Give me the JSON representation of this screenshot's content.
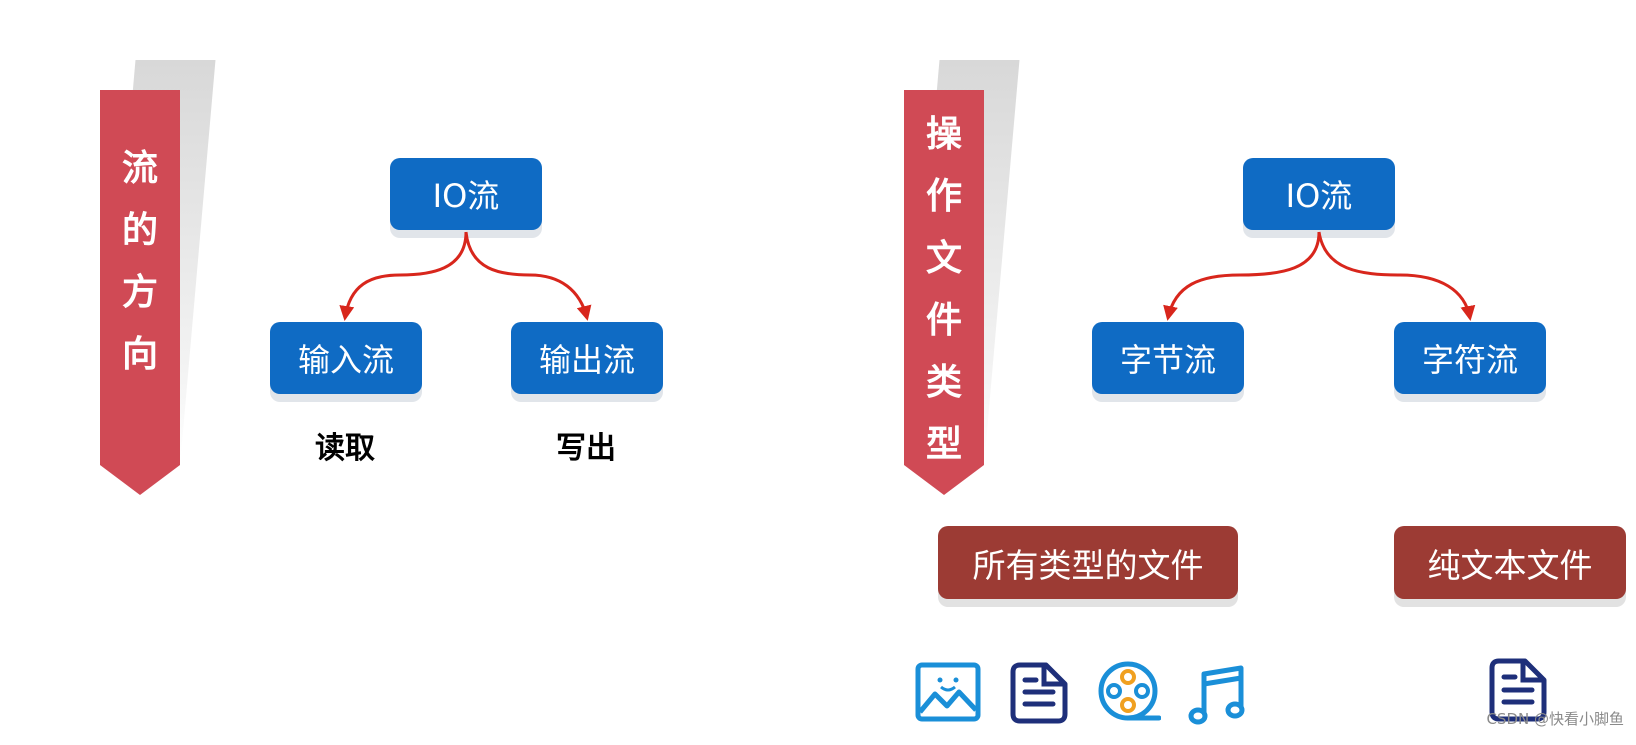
{
  "left": {
    "banner_chars": [
      "流",
      "的",
      "方",
      "向"
    ],
    "root": "IO流",
    "children": [
      "输入流",
      "输出流"
    ],
    "notes": [
      "读取",
      "写出"
    ]
  },
  "right": {
    "banner_chars": [
      "操",
      "作",
      "文",
      "件",
      "类",
      "型"
    ],
    "root": "IO流",
    "children": [
      "字节流",
      "字符流"
    ],
    "file_types": [
      "所有类型的文件",
      "纯文本文件"
    ],
    "icons": [
      "image-icon",
      "document-icon",
      "video-reel-icon",
      "music-note-icon",
      "document-icon"
    ]
  },
  "colors": {
    "banner": "#d04a55",
    "node": "#0f6bc4",
    "file_box": "#9c3b34",
    "arrow": "#d8261c",
    "icon_blue": "#1a8fd8",
    "icon_navy": "#1e2f7a",
    "icon_orange": "#f0a020"
  },
  "watermark": "CSDN @快看小脚鱼"
}
